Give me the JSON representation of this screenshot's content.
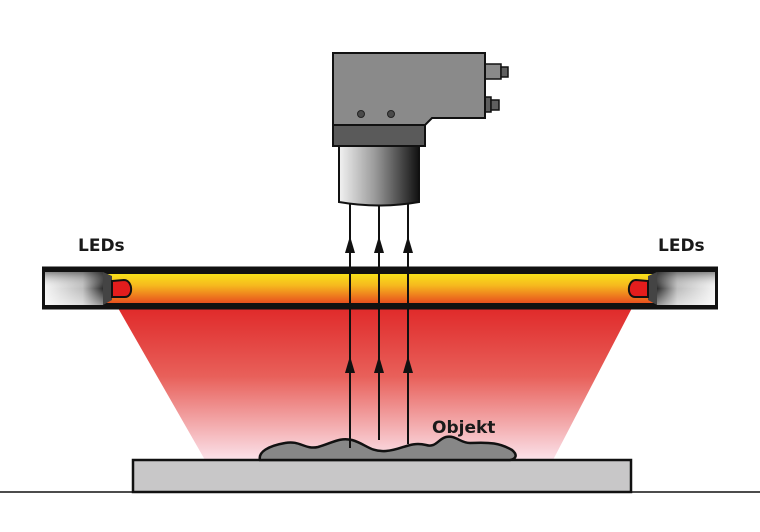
{
  "diagram": {
    "title": "Backlight / dark-field illumination with LED ring and camera",
    "labels": {
      "leds_left": "LEDs",
      "leds_right": "LEDs",
      "object": "Objekt"
    },
    "components": [
      "camera",
      "led-bar",
      "light-cone",
      "light-rays",
      "object",
      "base-plate"
    ],
    "colors": {
      "light_red": "#e02a2a",
      "light_fade": "#f8d8e0",
      "bar_yellow": "#f7d21a",
      "bar_orange": "#e8741e",
      "led_red": "#e31d1d",
      "camera_body": "#8a8a8a",
      "camera_band": "#5a5a5a",
      "object_gray": "#878787",
      "plate_gray": "#c8c7c8"
    },
    "rays": {
      "count": 3,
      "direction": "up"
    }
  }
}
